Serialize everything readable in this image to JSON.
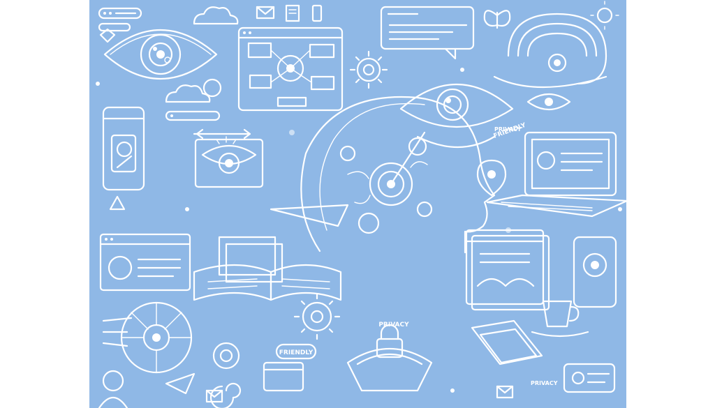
{
  "colors": {
    "background_page": "#ffffff",
    "background_art": "#8fb8e6",
    "ink": "#ffffff"
  },
  "labels": {
    "privacy_top": "PRIVACY",
    "friendly_bubble": "FRIENDLY",
    "bottom_center": "PRIVACY",
    "bottom_right": "PRIVACY",
    "right_caption": "FRIENDLY"
  },
  "icons": [
    "eye-icon",
    "cloud-icon",
    "envelope-icon",
    "gear-icon",
    "smartphone-icon",
    "laptop-icon",
    "book-icon",
    "map-pin-icon",
    "coffee-cup-icon",
    "browser-window-icon",
    "head-profile-icon",
    "spiral-icon",
    "butterfly-icon",
    "warning-triangle-icon",
    "paper-plane-icon",
    "padlock-icon"
  ]
}
